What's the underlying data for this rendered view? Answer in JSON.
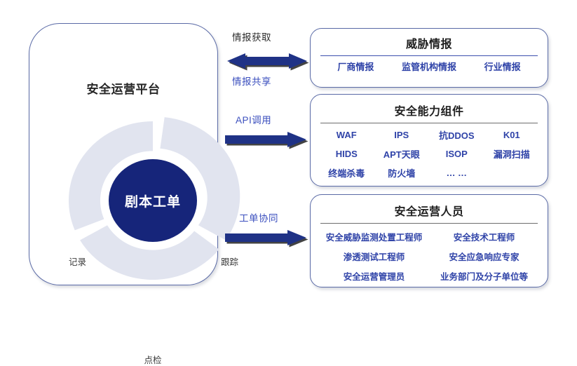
{
  "platform": {
    "title": "安全运营平台",
    "core_label": "剧本工单",
    "ring_labels": [
      "记录",
      "跟踪",
      "点检"
    ],
    "ring_color": "#e1e4ef",
    "core_color": "#16257a",
    "border_color": "#5a6aa6"
  },
  "connectors": [
    {
      "name": "intel-exchange",
      "type": "double",
      "top_label": "情报获取",
      "bottom_label": "情报共享",
      "color": "#1f3286"
    },
    {
      "name": "api-call",
      "type": "single",
      "top_label": "API调用",
      "bottom_label": "",
      "color": "#1f3286"
    },
    {
      "name": "ticket-collaboration",
      "type": "single",
      "top_label": "工单协同",
      "bottom_label": "",
      "color": "#1f3286"
    }
  ],
  "panels": [
    {
      "title": "威胁情报",
      "rule_color": "#3c4fae",
      "rows": [
        [
          "厂商情报",
          "监管机构情报",
          "行业情报"
        ]
      ]
    },
    {
      "title": "安全能力组件",
      "rule_color": "#6d6d6d",
      "rows": [
        [
          "WAF",
          "IPS",
          "抗DDOS",
          "K01"
        ],
        [
          "HIDS",
          "APT天眼",
          "ISOP",
          "漏洞扫描"
        ],
        [
          "终端杀毒",
          "防火墙",
          "… …",
          ""
        ]
      ]
    },
    {
      "title": "安全运营人员",
      "rule_color": "#6d6d6d",
      "rows": [
        [
          "安全威胁监测处置工程师",
          "安全技术工程师"
        ],
        [
          "渗透测试工程师",
          "安全应急响应专家"
        ],
        [
          "安全运营管理员",
          "业务部门及分子单位等"
        ]
      ]
    }
  ]
}
